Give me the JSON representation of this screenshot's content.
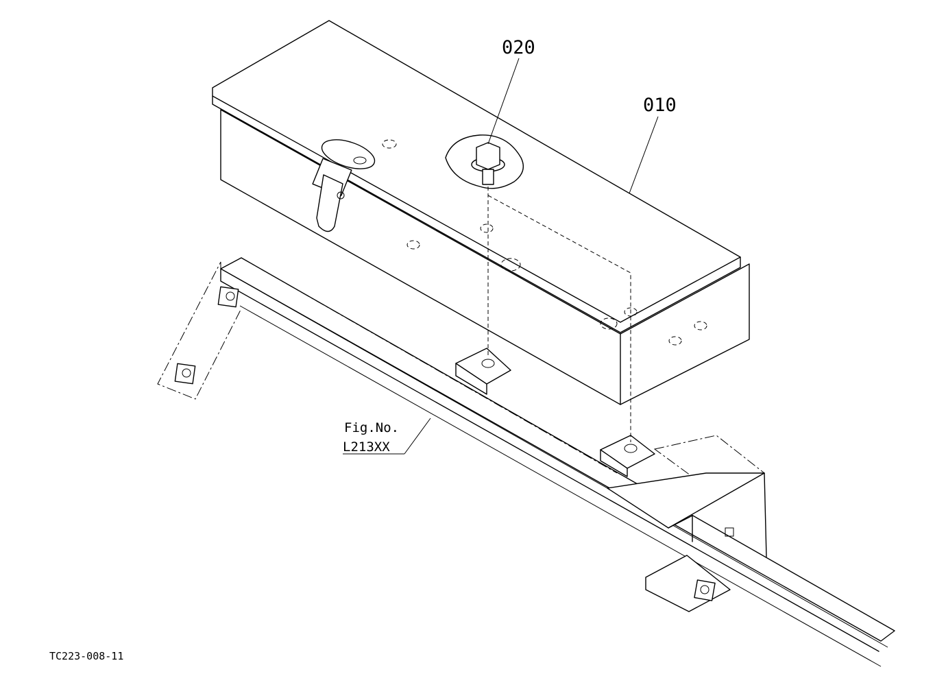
{
  "diagram": {
    "callouts": [
      {
        "id": "part-020",
        "text": "020"
      },
      {
        "id": "part-010",
        "text": "010"
      }
    ],
    "reference": {
      "line1": "Fig.No.",
      "line2": "L213XX"
    },
    "figure_code": "TC223-008-11"
  }
}
